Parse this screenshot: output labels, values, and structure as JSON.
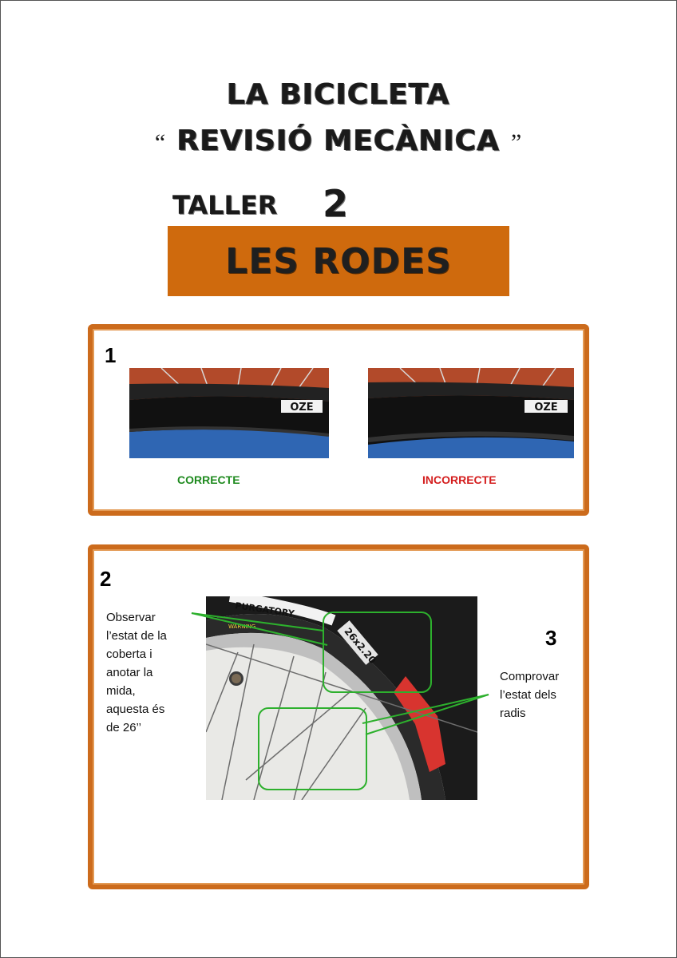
{
  "header": {
    "title_line1": "LA BICICLETA",
    "open_quote": "“",
    "title_line2": "REVISIÓ MECÀNICA",
    "close_quote": "”",
    "taller_label": "TALLER",
    "taller_number": "2",
    "banner": "LES RODES"
  },
  "section1": {
    "number": "1",
    "left_caption": "CORRECTE",
    "right_caption": "INCORRECTE",
    "tyre_text": "OZE"
  },
  "section2": {
    "number": "2",
    "number3": "3",
    "left_note": [
      "Observar",
      "l’estat de la",
      "coberta i",
      "anotar la",
      "mida,",
      "aquesta és",
      "de 26’’"
    ],
    "right_note": [
      "Comprovar",
      "l’estat dels",
      "radis"
    ],
    "tyre_brand": "PURGATORY",
    "tyre_size": "26x2.20",
    "warning": "WARNING"
  },
  "colors": {
    "accent": "#cf6a0d",
    "correct": "#1e8a1e",
    "incorrect": "#d41e1e",
    "highlight": "#2db02d"
  }
}
